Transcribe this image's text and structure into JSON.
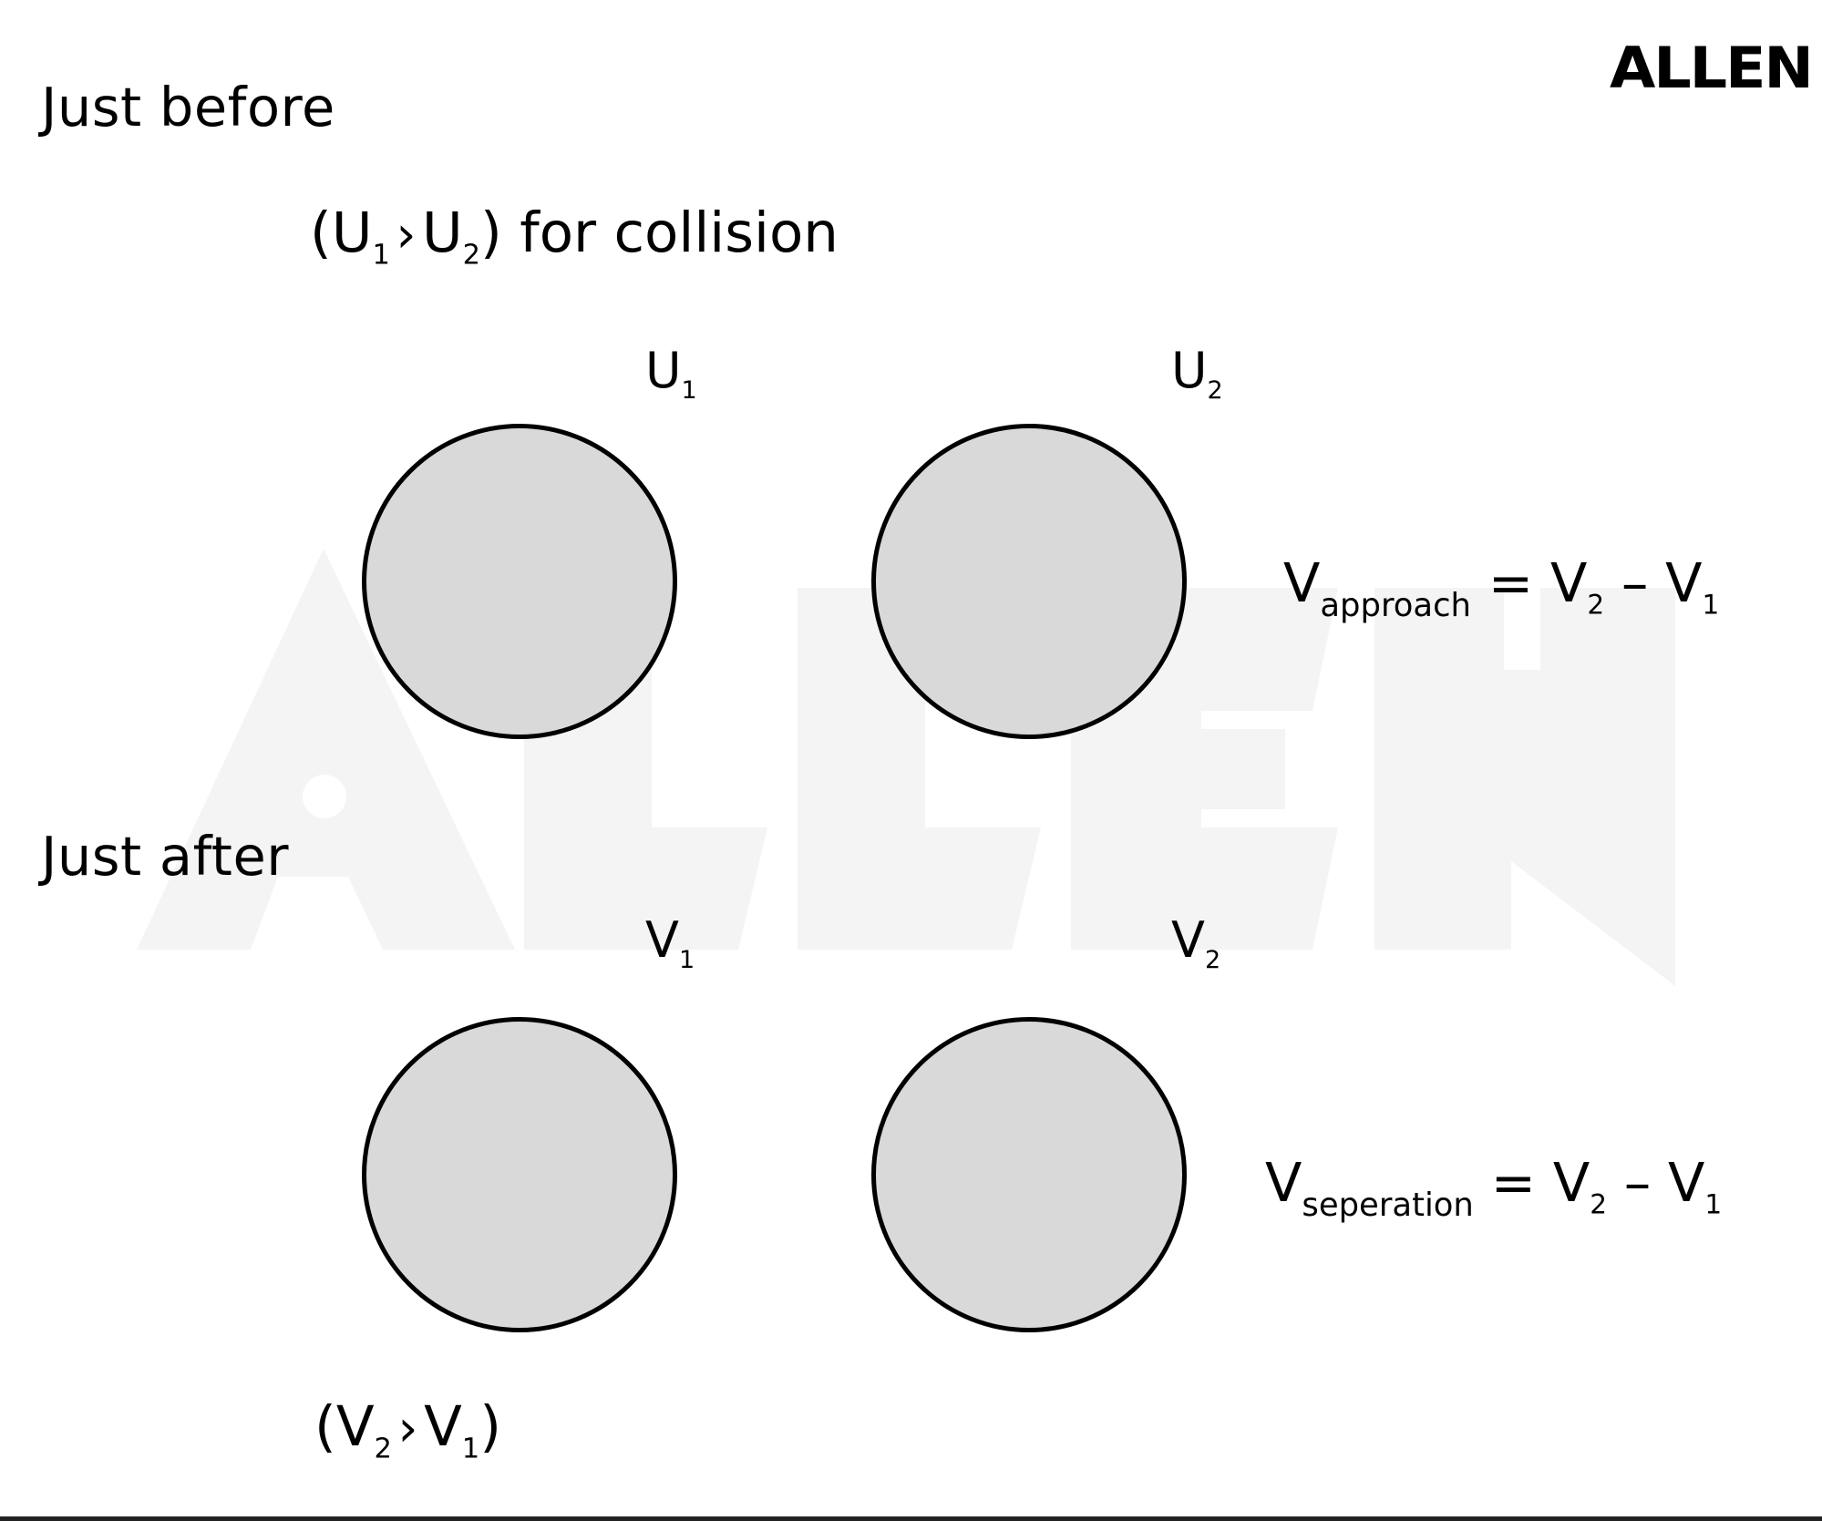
{
  "brand": {
    "logo_text": "ALLEN",
    "watermark_text": "ALLEN"
  },
  "before": {
    "heading": "Just before",
    "condition": {
      "open": "(",
      "a_base": "U",
      "a_sub": "1",
      "op": "›",
      "b_base": "U",
      "b_sub": "2",
      "close": ")",
      "suffix": " for collision"
    },
    "ball1_label": {
      "base": "U",
      "sub": "1"
    },
    "ball2_label": {
      "base": "U",
      "sub": "2"
    },
    "equation": {
      "lhs_base": "V",
      "lhs_sub": "approach",
      "equals": " = ",
      "t1_base": "V",
      "t1_sub": "2",
      "minus": " – ",
      "t2_base": "V",
      "t2_sub": "1"
    }
  },
  "after": {
    "heading": "Just after",
    "ball1_label": {
      "base": "V",
      "sub": "1"
    },
    "ball2_label": {
      "base": "V",
      "sub": "2"
    },
    "equation": {
      "lhs_base": "V",
      "lhs_sub": "seperation",
      "equals": " = ",
      "t1_base": "V",
      "t1_sub": "2",
      "minus": " – ",
      "t2_base": "V",
      "t2_sub": "1"
    },
    "condition": {
      "open": "(",
      "a_base": "V",
      "a_sub": "2",
      "op": "›",
      "b_base": "V",
      "b_sub": "1",
      "close": ")"
    }
  },
  "colors": {
    "ball_fill": "#d9d9d9",
    "ink": "#000000",
    "watermark": "#f3f3f3",
    "bottom_rule": "#222222"
  }
}
